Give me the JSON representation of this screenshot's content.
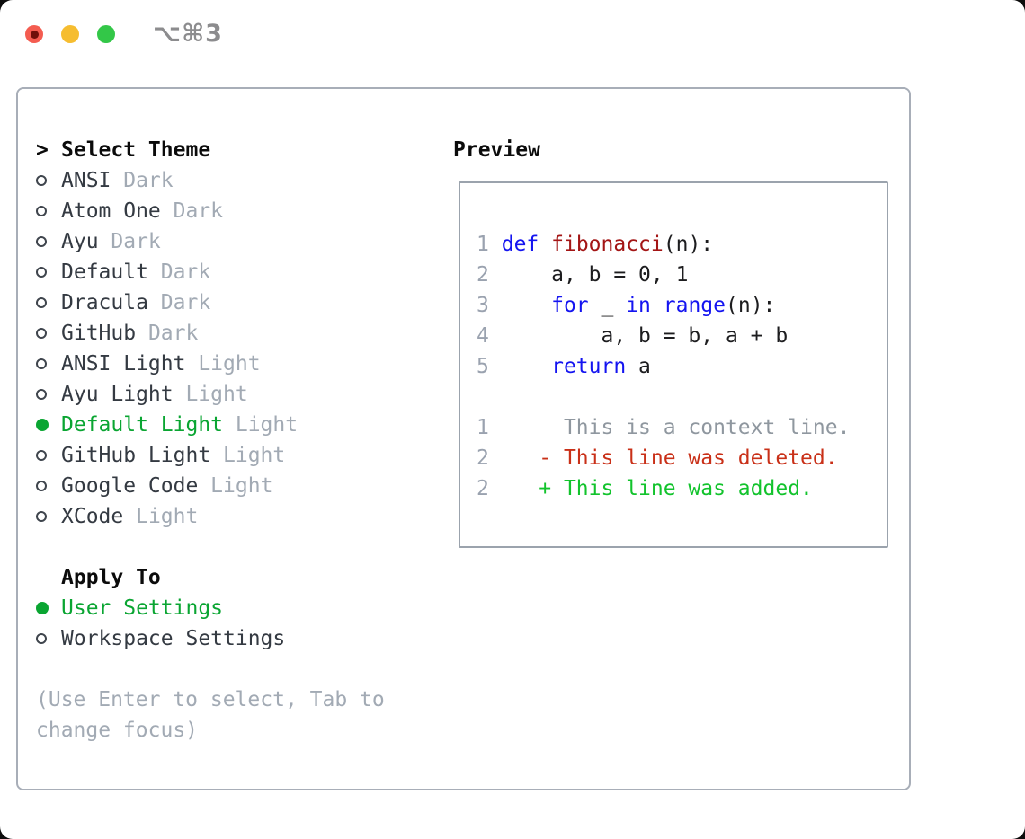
{
  "window": {
    "shortcut_label": "⌥⌘3"
  },
  "colors": {
    "selected_green": "#0aa532",
    "keyword_blue": "#1414f0",
    "function_red": "#a31515",
    "deleted_red": "#c93018",
    "added_green": "#12c32c",
    "traffic_red": "#f45c50",
    "traffic_yellow": "#f6bd30",
    "traffic_green": "#33c748"
  },
  "theme_selector": {
    "header_prefix": ">",
    "header": "Select Theme",
    "options": [
      {
        "name": "ANSI",
        "variant": "Dark",
        "selected": false
      },
      {
        "name": "Atom One",
        "variant": "Dark",
        "selected": false
      },
      {
        "name": "Ayu",
        "variant": "Dark",
        "selected": false
      },
      {
        "name": "Default",
        "variant": "Dark",
        "selected": false
      },
      {
        "name": "Dracula",
        "variant": "Dark",
        "selected": false
      },
      {
        "name": "GitHub",
        "variant": "Dark",
        "selected": false
      },
      {
        "name": "ANSI Light",
        "variant": "Light",
        "selected": false
      },
      {
        "name": "Ayu Light",
        "variant": "Light",
        "selected": false
      },
      {
        "name": "Default Light",
        "variant": "Light",
        "selected": true
      },
      {
        "name": "GitHub Light",
        "variant": "Light",
        "selected": false
      },
      {
        "name": "Google Code",
        "variant": "Light",
        "selected": false
      },
      {
        "name": "XCode",
        "variant": "Light",
        "selected": false
      }
    ]
  },
  "apply_to": {
    "header": "Apply To",
    "options": [
      {
        "label": "User Settings",
        "selected": true
      },
      {
        "label": "Workspace Settings",
        "selected": false
      }
    ]
  },
  "hint_lines": [
    "(Use Enter to select, Tab to",
    "change focus)"
  ],
  "preview": {
    "header": "Preview",
    "lines": [
      {
        "num": "1",
        "segs": [
          {
            "t": " ",
            "c": "plain"
          },
          {
            "t": "def",
            "c": "kw"
          },
          {
            "t": " ",
            "c": "plain"
          },
          {
            "t": "fibonacci",
            "c": "fn"
          },
          {
            "t": "(n):",
            "c": "plain"
          }
        ]
      },
      {
        "num": "2",
        "segs": [
          {
            "t": "     a, b = 0, 1",
            "c": "plain"
          }
        ]
      },
      {
        "num": "3",
        "segs": [
          {
            "t": "     ",
            "c": "plain"
          },
          {
            "t": "for",
            "c": "kw"
          },
          {
            "t": " _ ",
            "c": "plain"
          },
          {
            "t": "in",
            "c": "kw"
          },
          {
            "t": " ",
            "c": "plain"
          },
          {
            "t": "range",
            "c": "kw"
          },
          {
            "t": "(n):",
            "c": "plain"
          }
        ]
      },
      {
        "num": "4",
        "segs": [
          {
            "t": "         a, b = b, a + b",
            "c": "plain"
          }
        ]
      },
      {
        "num": "5",
        "segs": [
          {
            "t": "     ",
            "c": "plain"
          },
          {
            "t": "return",
            "c": "kw"
          },
          {
            "t": " a",
            "c": "plain"
          }
        ]
      },
      {
        "num": "",
        "segs": []
      },
      {
        "num": "1",
        "segs": [
          {
            "t": "      This is a context line.",
            "c": "ctx"
          }
        ]
      },
      {
        "num": "2",
        "segs": [
          {
            "t": "    - This line was deleted.",
            "c": "del"
          }
        ]
      },
      {
        "num": "2",
        "segs": [
          {
            "t": "    + This line was added.",
            "c": "add"
          }
        ]
      }
    ]
  }
}
